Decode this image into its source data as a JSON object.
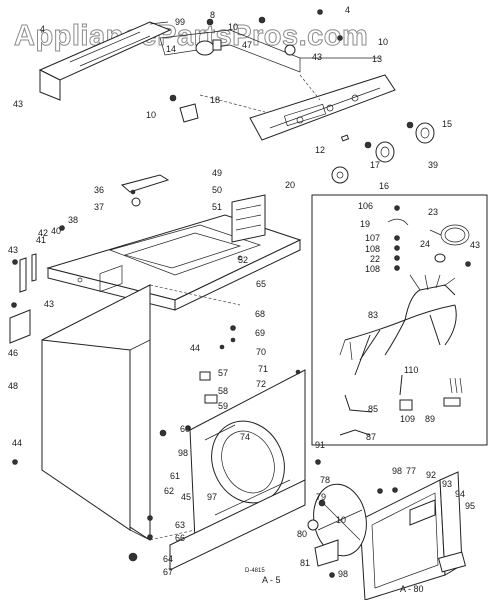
{
  "watermark": "AppliancePartsPros.com",
  "drawing_code": "D-4815",
  "sheet_ref": "A - 5",
  "inset_ref": "A - 80",
  "part_numbers": {
    "p4": "4",
    "p4b": "4",
    "p8": "8",
    "p10a": "10",
    "p10b": "10",
    "p10c": "10",
    "p13": "13",
    "p15": "15",
    "p16": "16",
    "p17": "17",
    "p18": "18",
    "p19": "19",
    "p20": "20",
    "p22": "22",
    "p23": "23",
    "p24": "24",
    "p36": "36",
    "p37": "37",
    "p38": "38",
    "p39": "39",
    "p40": "40",
    "p41": "41",
    "p42": "42",
    "p43a": "43",
    "p43b": "43",
    "p43c": "43",
    "p43d": "43",
    "p43e": "43",
    "p44a": "44",
    "p44b": "44",
    "p45": "45",
    "p46": "46",
    "p47": "47",
    "p48": "48",
    "p49": "49",
    "p50": "50",
    "p51": "51",
    "p52": "52",
    "p57": "57",
    "p58": "58",
    "p59": "59",
    "p60": "60",
    "p61": "61",
    "p62": "62",
    "p63": "63",
    "p64": "64",
    "p65": "65",
    "p66": "66",
    "p67": "67",
    "p68": "68",
    "p69": "69",
    "p70": "70",
    "p71": "71",
    "p72": "72",
    "p74": "74",
    "p77": "77",
    "p78": "78",
    "p79": "79",
    "p80": "80",
    "p81": "81",
    "p83": "83",
    "p85": "85",
    "p87": "87",
    "p89": "89",
    "p91": "91",
    "p92": "92",
    "p93": "93",
    "p94": "94",
    "p95": "95",
    "p97": "97",
    "p98a": "98",
    "p98b": "98",
    "p99": "99",
    "p106": "106",
    "p107": "107",
    "p108a": "108",
    "p108b": "108",
    "p109": "109",
    "p110": "110",
    "p12": "12",
    "p14": "14"
  }
}
